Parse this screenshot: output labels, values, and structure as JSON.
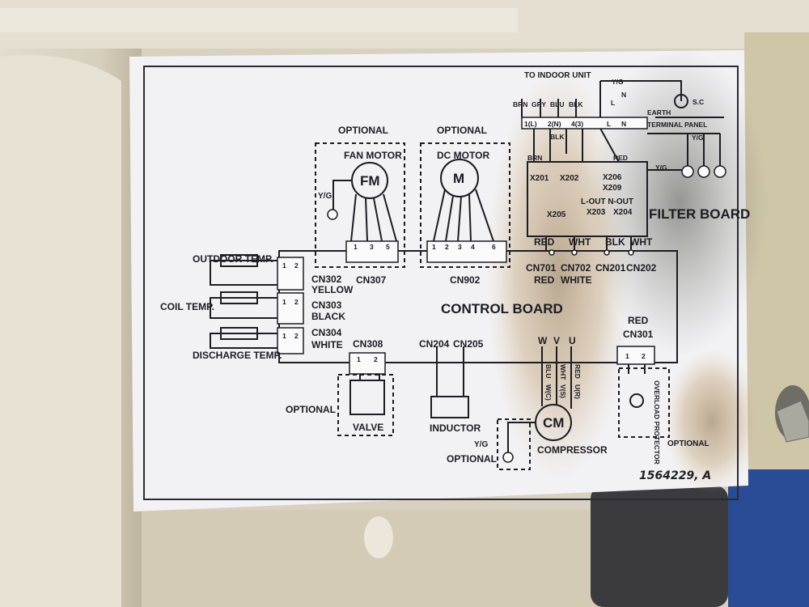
{
  "sticker": {
    "optional": "OPTIONAL",
    "fan_motor": "FAN MOTOR",
    "fan_motor_symbol": "FM",
    "dc_motor": "DC MOTOR",
    "dc_motor_symbol": "M",
    "yg": "Y/G",
    "cn307": "CN307",
    "cn902": "CN902",
    "outdoor_temp": "OUTDOOR TEMP.",
    "coil_temp": "COIL TEMP.",
    "discharge_temp": "DISCHARGE TEMP.",
    "cn302": "CN302",
    "yellow": "YELLOW",
    "cn303": "CN303",
    "black": "BLACK",
    "cn304": "CN304",
    "white": "WHITE",
    "control_board": "CONTROL BOARD",
    "cn308": "CN308",
    "cn204": "CN204",
    "cn205": "CN205",
    "valve": "VALVE",
    "inductor": "INDUCTOR",
    "w": "W",
    "v": "V",
    "u": "U",
    "blu": "BLU",
    "wht": "WHT",
    "red": "RED",
    "blk": "BLK",
    "brn": "BRN",
    "gry": "GRY",
    "wc": "W(C)",
    "vs": "V(S)",
    "ur": "U(R)",
    "cm": "CM",
    "compressor": "COMPRESSOR",
    "cn301": "CN301",
    "overload_protector": "OVERLOAD PROTECTOR",
    "to_indoor_unit": "TO INDOOR UNIT",
    "earth": "EARTH",
    "terminal_panel": "TERMINAL PANEL",
    "sc": "S.C",
    "l": "L",
    "n": "N",
    "x201": "X201",
    "x202": "X202",
    "x206": "X206",
    "x209": "X209",
    "x205": "X205",
    "x203": "X203",
    "x204": "X204",
    "l_out_n_out": "L-OUT  N-OUT",
    "filter_board": "FILTER BOARD",
    "cn701": "CN701",
    "cn702": "CN702",
    "cn201": "CN201",
    "cn202": "CN202",
    "terminals": [
      "1(L)",
      "2(N)",
      "4(3)"
    ],
    "pins_123": [
      "1",
      "2",
      "3"
    ],
    "pins_1234": [
      "1",
      "2",
      "3",
      "4"
    ],
    "pins_12": [
      "1",
      "2"
    ],
    "pin_5": "5",
    "pin_6": "6",
    "part_number": "1564229, A"
  }
}
